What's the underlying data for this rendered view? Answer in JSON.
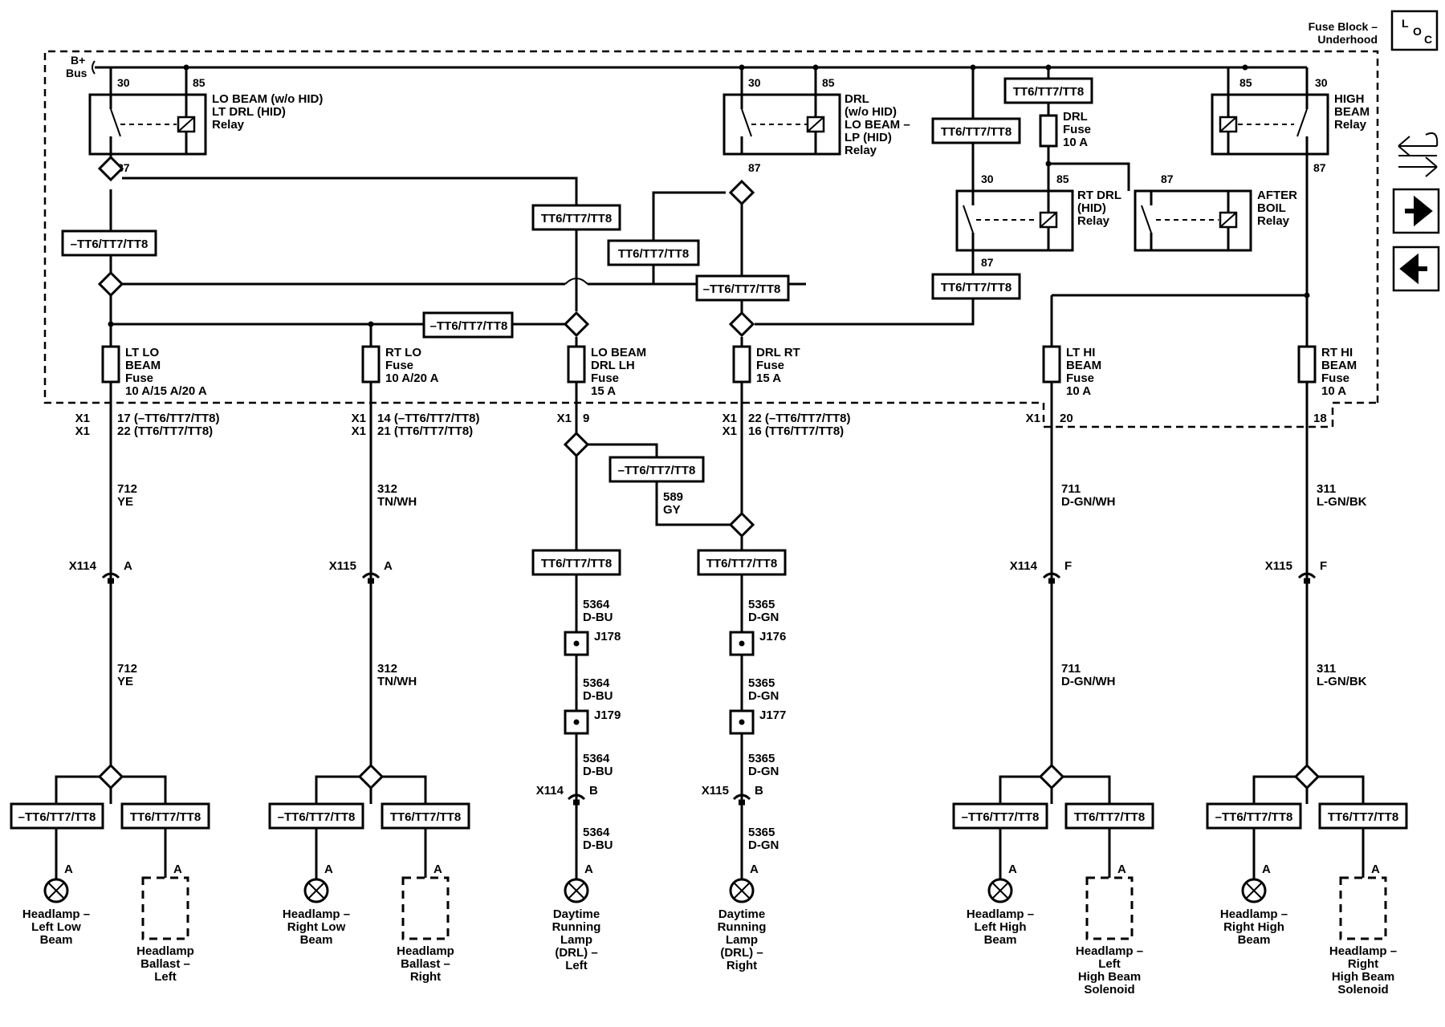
{
  "header": {
    "fuse_block_line1": "Fuse Block –",
    "fuse_block_line2": "Underhood",
    "loc_l": "L",
    "loc_o": "O",
    "loc_c": "C"
  },
  "bus": {
    "line1": "B+",
    "line2": "Bus"
  },
  "options": {
    "a": "–TT6/TT7/TT8",
    "b": "TT6/TT7/TT8"
  },
  "relays": {
    "lo_beam": {
      "l1": "LO BEAM (w/o HID)",
      "l2": "LT DRL (HID)",
      "l3": "Relay",
      "p30": "30",
      "p85": "85",
      "p87": "87"
    },
    "drl": {
      "l1": "DRL",
      "l2": "(w/o HID)",
      "l3": "LO BEAM –",
      "l4": "LP (HID)",
      "l5": "Relay",
      "p30": "30",
      "p85": "85",
      "p87": "87"
    },
    "high_beam": {
      "l1": "HIGH",
      "l2": "BEAM",
      "l3": "Relay",
      "p85": "85",
      "p30": "30",
      "p87": "87"
    },
    "rt_drl": {
      "l1": "RT DRL",
      "l2": "(HID)",
      "l3": "Relay",
      "p30": "30",
      "p85": "85",
      "p87": "87"
    },
    "after_boil": {
      "l1": "AFTER",
      "l2": "BOIL",
      "l3": "Relay",
      "p87": "87"
    }
  },
  "drl_fuse": {
    "l1": "DRL",
    "l2": "Fuse",
    "l3": "10 A"
  },
  "fuses": {
    "lt_lo": {
      "l1": "LT LO",
      "l2": "BEAM",
      "l3": "Fuse",
      "l4": "10 A/15 A/20 A"
    },
    "rt_lo": {
      "l1": "RT LO",
      "l2": "Fuse",
      "l3": "10 A/20 A"
    },
    "lo_beam_drl": {
      "l1": "LO BEAM",
      "l2": "DRL LH",
      "l3": "Fuse",
      "l4": "15 A"
    },
    "drl_rt": {
      "l1": "DRL RT",
      "l2": "Fuse",
      "l3": "15 A"
    },
    "lt_hi": {
      "l1": "LT HI",
      "l2": "BEAM",
      "l3": "Fuse",
      "l4": "10 A"
    },
    "rt_hi": {
      "l1": "RT HI",
      "l2": "BEAM",
      "l3": "Fuse",
      "l4": "10 A"
    }
  },
  "x1": {
    "c1": {
      "a": "X1",
      "b": "X1",
      "p1": "17 (–TT6/TT7/TT8)",
      "p2": "22 (TT6/TT7/TT8)"
    },
    "c2": {
      "a": "X1",
      "b": "X1",
      "p1": "14 (–TT6/TT7/TT8)",
      "p2": "21 (TT6/TT7/TT8)"
    },
    "c3": {
      "a": "X1",
      "p1": "9"
    },
    "c4": {
      "a": "X1",
      "b": "X1",
      "p1": "22 (–TT6/TT7/TT8)",
      "p2": "16 (TT6/TT7/TT8)"
    },
    "c5": {
      "a": "X1",
      "p1": "20"
    },
    "c6": {
      "p1": "18"
    }
  },
  "wires": {
    "w712": {
      "num": "712",
      "color": "YE"
    },
    "w312": {
      "num": "312",
      "color": "TN/WH"
    },
    "w589": {
      "num": "589",
      "color": "GY"
    },
    "w711": {
      "num": "711",
      "color": "D-GN/WH"
    },
    "w311": {
      "num": "311",
      "color": "L-GN/BK"
    },
    "w5364": {
      "num": "5364",
      "color": "D-BU"
    },
    "w5365": {
      "num": "5365",
      "color": "D-GN"
    }
  },
  "connectors": {
    "x114": "X114",
    "x115": "X115",
    "pin_a": "A",
    "pin_b": "B",
    "pin_f": "F",
    "j178": "J178",
    "j179": "J179",
    "j176": "J176",
    "j177": "J177"
  },
  "loads": {
    "hl_left_low": [
      "Headlamp –",
      "Left Low",
      "Beam"
    ],
    "ballast_left": [
      "Headlamp",
      "Ballast –",
      "Left"
    ],
    "hl_right_low": [
      "Headlamp –",
      "Right Low",
      "Beam"
    ],
    "ballast_right": [
      "Headlamp",
      "Ballast –",
      "Right"
    ],
    "drl_left": [
      "Daytime",
      "Running",
      "Lamp",
      "(DRL) –",
      "Left"
    ],
    "drl_right": [
      "Daytime",
      "Running",
      "Lamp",
      "(DRL) –",
      "Right"
    ],
    "hl_left_high": [
      "Headlamp –",
      "Left High",
      "Beam"
    ],
    "sol_left": [
      "Headlamp –",
      "Left",
      "High Beam",
      "Solenoid"
    ],
    "hl_right_high": [
      "Headlamp –",
      "Right High",
      "Beam"
    ],
    "sol_right": [
      "Headlamp –",
      "Right",
      "High Beam",
      "Solenoid"
    ]
  }
}
